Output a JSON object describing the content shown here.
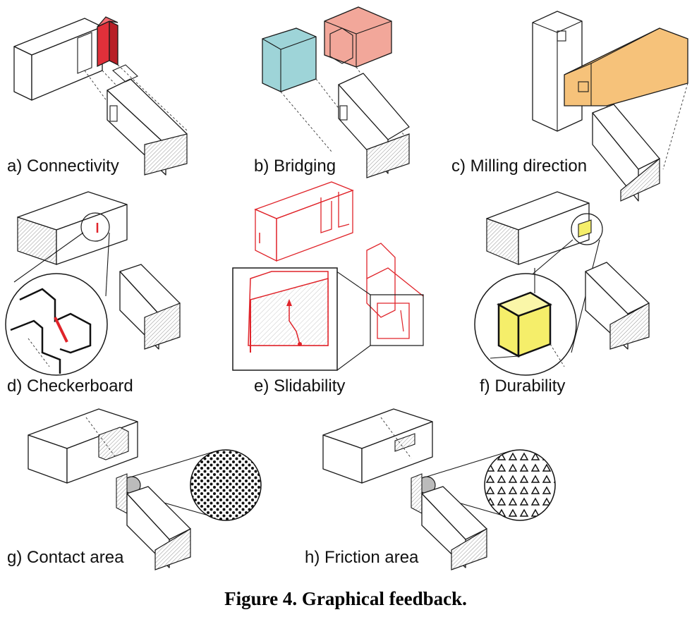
{
  "panels": [
    {
      "label": "a) Connectivity",
      "color": "#e0303a"
    },
    {
      "label": "b) Bridging",
      "colors": [
        "#9ed4d8",
        "#f2a79a"
      ]
    },
    {
      "label": "c) Milling direction",
      "color": "#f6c27a"
    },
    {
      "label": "d) Checkerboard",
      "color": "#e0242a"
    },
    {
      "label": "e) Slidability",
      "color": "#e0242a"
    },
    {
      "label": "f) Durability",
      "color": "#f5ee6a"
    },
    {
      "label": "g) Contact area"
    },
    {
      "label": "h) Friction area"
    }
  ],
  "caption": "Figure 4.  Graphical feedback."
}
